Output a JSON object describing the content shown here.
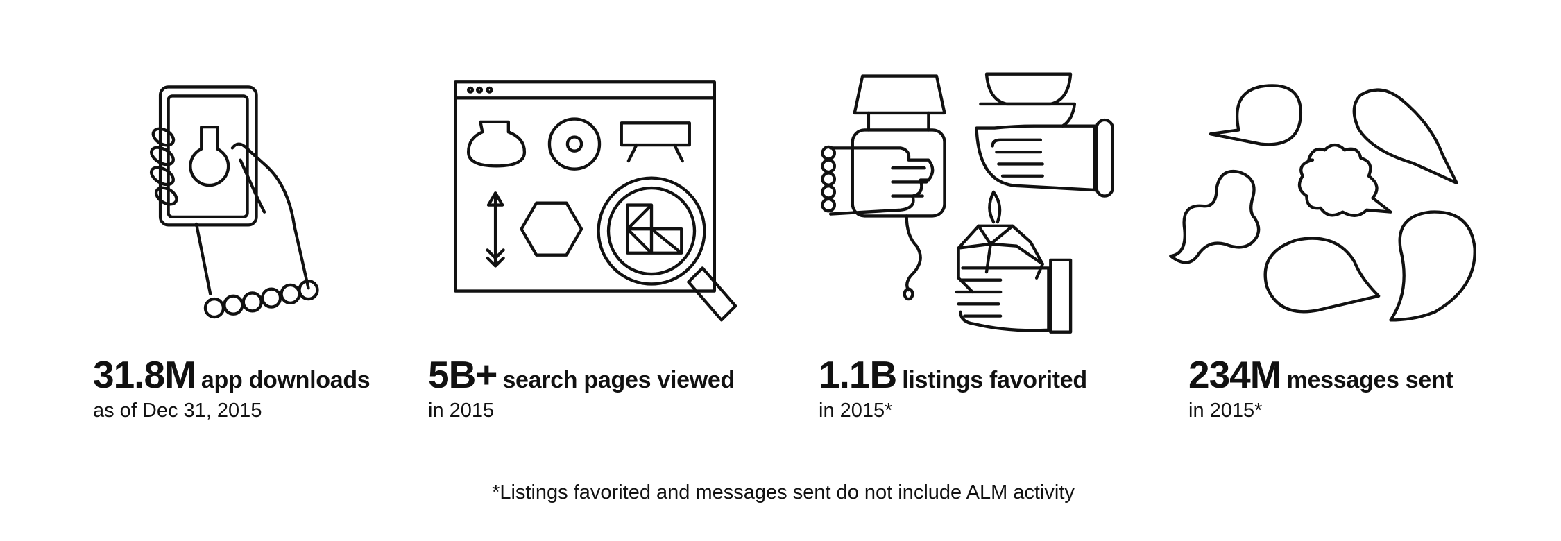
{
  "stats": [
    {
      "icon": "phone-in-hand-icon",
      "value": "31.8M",
      "label": "app downloads",
      "sub": "as of Dec 31, 2015"
    },
    {
      "icon": "browser-search-icon",
      "value": "5B+",
      "label": "search pages viewed",
      "sub": "in 2015"
    },
    {
      "icon": "hands-holding-items-icon",
      "value": "1.1B",
      "label": "listings favorited",
      "sub": "in 2015*"
    },
    {
      "icon": "speech-bubbles-icon",
      "value": "234M",
      "label": "messages sent",
      "sub": "in 2015*"
    }
  ],
  "footnote": "*Listings favorited and messages sent do not include ALM activity",
  "colors": {
    "ink": "#111111",
    "background": "#ffffff"
  }
}
